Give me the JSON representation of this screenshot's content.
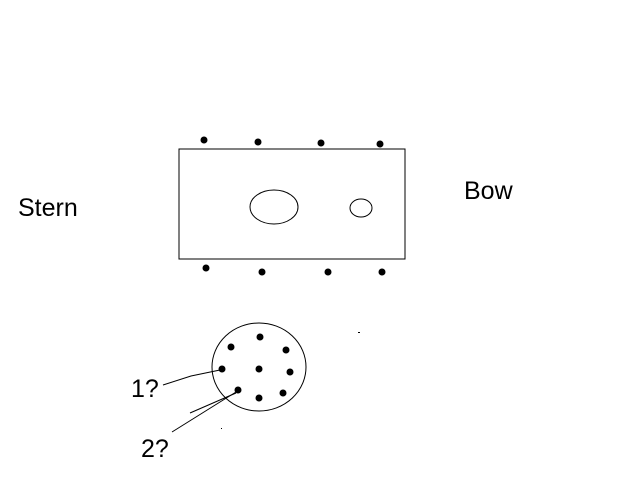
{
  "labels": {
    "stern": "Stern",
    "bow": "Bow",
    "callout_1": "1?",
    "callout_2": "2?"
  },
  "colors": {
    "background": "#ffffff",
    "ink": "#000000"
  }
}
